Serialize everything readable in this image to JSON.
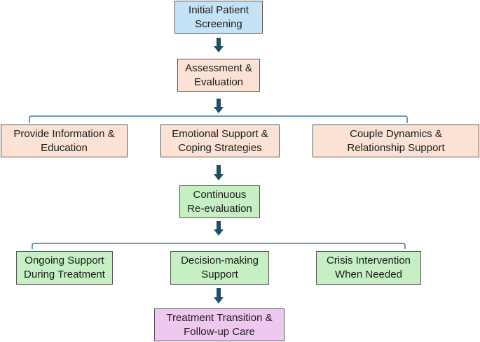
{
  "colors": {
    "screening": "#c5e3f6",
    "assessment": "#fbe2d4",
    "reevaluation": "#c6efc4",
    "transition": "#efc8f0",
    "arrow": "#1f4e66",
    "bracket": "#3d7aa0"
  },
  "nodes": {
    "screening": "Initial Patient\nScreening",
    "assessment": "Assessment &\nEvaluation",
    "info": "Provide Information &\nEducation",
    "emotional": "Emotional Support &\nCoping Strategies",
    "couple": "Couple Dynamics &\nRelationship Support",
    "reevaluation": "Continuous\nRe-evaluation",
    "ongoing": "Ongoing Support\nDuring Treatment",
    "decision": "Decision-making\nSupport",
    "crisis": "Crisis Intervention\nWhen Needed",
    "transition": "Treatment Transition &\nFollow-up Care"
  }
}
